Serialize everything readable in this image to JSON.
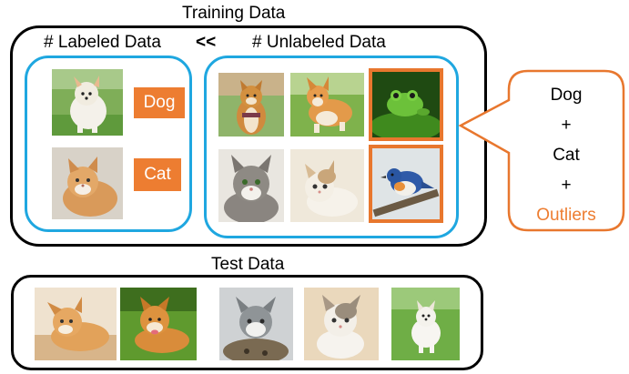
{
  "training": {
    "title": "Training Data",
    "labeled_header": "# Labeled Data",
    "ratio_symbol": "<<",
    "unlabeled_header": "# Unlabeled Data",
    "labels": {
      "dog": "Dog",
      "cat": "Cat"
    }
  },
  "callout": {
    "lines": [
      "Dog",
      "+",
      "Cat",
      "+"
    ],
    "outlier_label": "Outliers"
  },
  "test": {
    "title": "Test Data"
  },
  "colors": {
    "accent_orange": "#ed7d31",
    "inner_border_blue": "#1fa7e0",
    "outlier_border": "#e8772e"
  }
}
